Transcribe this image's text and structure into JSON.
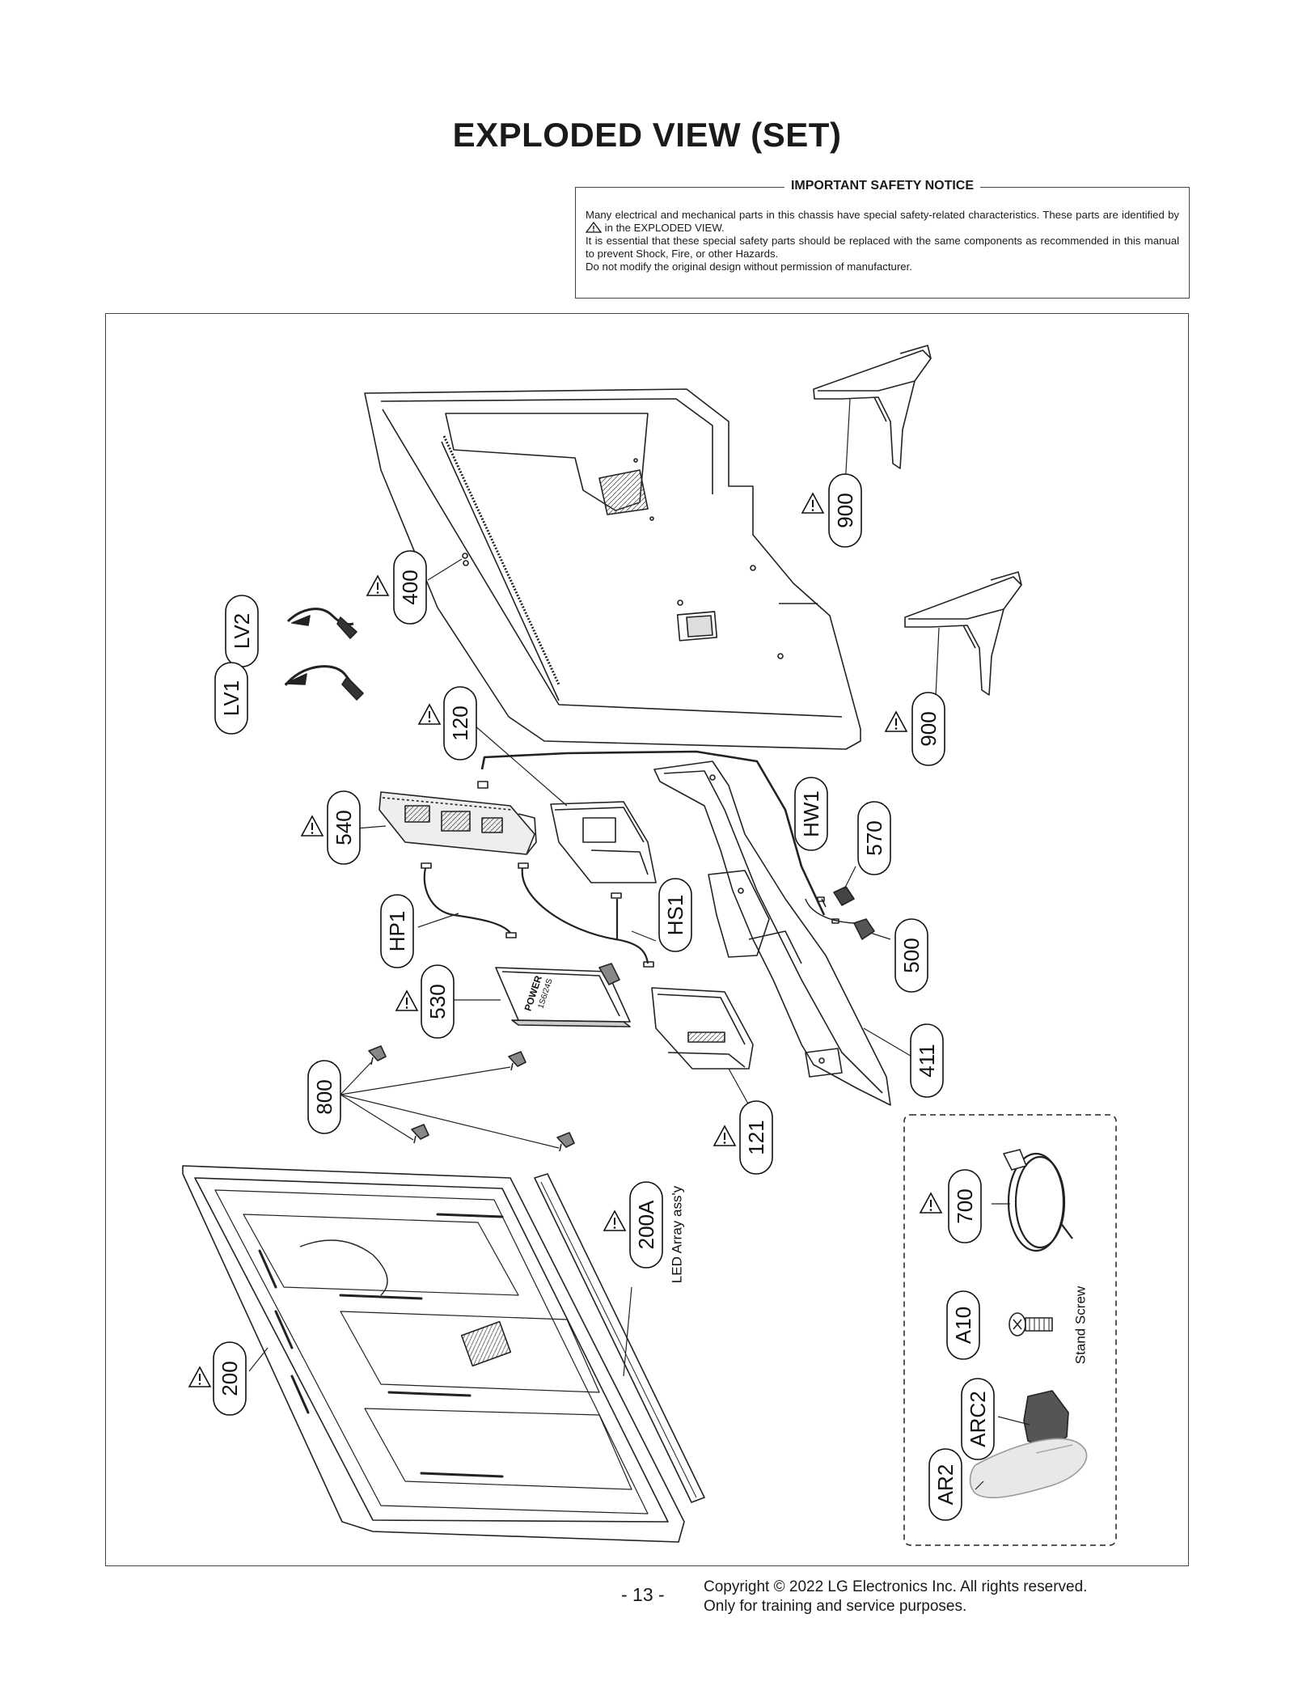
{
  "title": "EXPLODED VIEW (SET)",
  "notice": {
    "heading": "IMPORTANT SAFETY NOTICE",
    "line1": "Many electrical and mechanical parts in this chassis have special safety-related characteristics. These parts are identified by",
    "line1_end": "in the EXPLODED VIEW.",
    "line2": "It is essential that these special safety parts should be replaced with the same components as recommended in this manual to prevent Shock, Fire, or other Hazards.",
    "line3": "Do not modify the original design without permission of manufacturer."
  },
  "callouts": {
    "c900a": "900",
    "c900b": "900",
    "c400": "400",
    "cLV2": "LV2",
    "cLV1": "LV1",
    "c120": "120",
    "cHW1": "HW1",
    "c540": "540",
    "c570": "570",
    "cHP1": "HP1",
    "cHS1": "HS1",
    "c500": "500",
    "c530": "530",
    "c411": "411",
    "c800": "800",
    "c121": "121",
    "c200A": "200A",
    "c700": "700",
    "c200": "200",
    "cA10": "A10",
    "cARC2": "ARC2",
    "cAR2": "AR2"
  },
  "labels": {
    "led_array": "LED Array ass'y",
    "stand_screw": "Stand Screw",
    "board_text_1": "POWER",
    "board_text_2": "1S6/24S"
  },
  "footer": {
    "page_number": "- 13 -",
    "copyright_line1": "Copyright © 2022 LG Electronics Inc. All rights reserved.",
    "copyright_line2": "Only for training and service purposes."
  }
}
